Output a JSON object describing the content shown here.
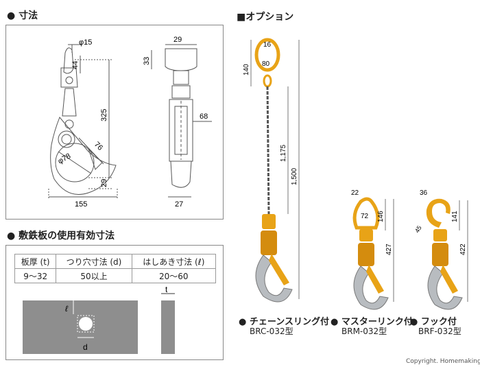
{
  "dimensions": {
    "heading": "● 寸法",
    "front": {
      "d15": "φ15",
      "d44": "44",
      "d325": "325",
      "d76": "76",
      "d78": "φ78",
      "d29": "29",
      "d155": "155"
    },
    "side": {
      "d29": "29",
      "d33": "33",
      "d68": "68",
      "d27": "27"
    }
  },
  "plate": {
    "heading": "● 敷鉄板の使用有効寸法",
    "table_headers": [
      "板厚 (t)",
      "つり穴寸法 (d)",
      "はしあき寸法 (ℓ)"
    ],
    "table_row": [
      "9〜32",
      "50以上",
      "20〜60"
    ],
    "labels": {
      "ell": "ℓ",
      "d": "d",
      "t": "t"
    }
  },
  "options": {
    "heading": "■オプション",
    "brc": {
      "d16": "16",
      "d80": "80",
      "d140": "140",
      "d1175": "1,175",
      "d1500": "1,500",
      "name": "● チェーンスリング付",
      "model": "BRC-032型"
    },
    "brm": {
      "d22": "22",
      "d72": "72",
      "d146": "146",
      "d427": "427",
      "name": "● マスターリンク付",
      "model": "BRM-032型"
    },
    "brf": {
      "d36": "36",
      "d45": "45",
      "d141": "141",
      "d422": "422",
      "name": "● フック付",
      "model": "BRF-032型"
    }
  },
  "copyright": "Copyright. Homemaking",
  "colors": {
    "gold": "#E8A317",
    "steel": "#B8BCC0",
    "plate": "#8E8E8E"
  }
}
